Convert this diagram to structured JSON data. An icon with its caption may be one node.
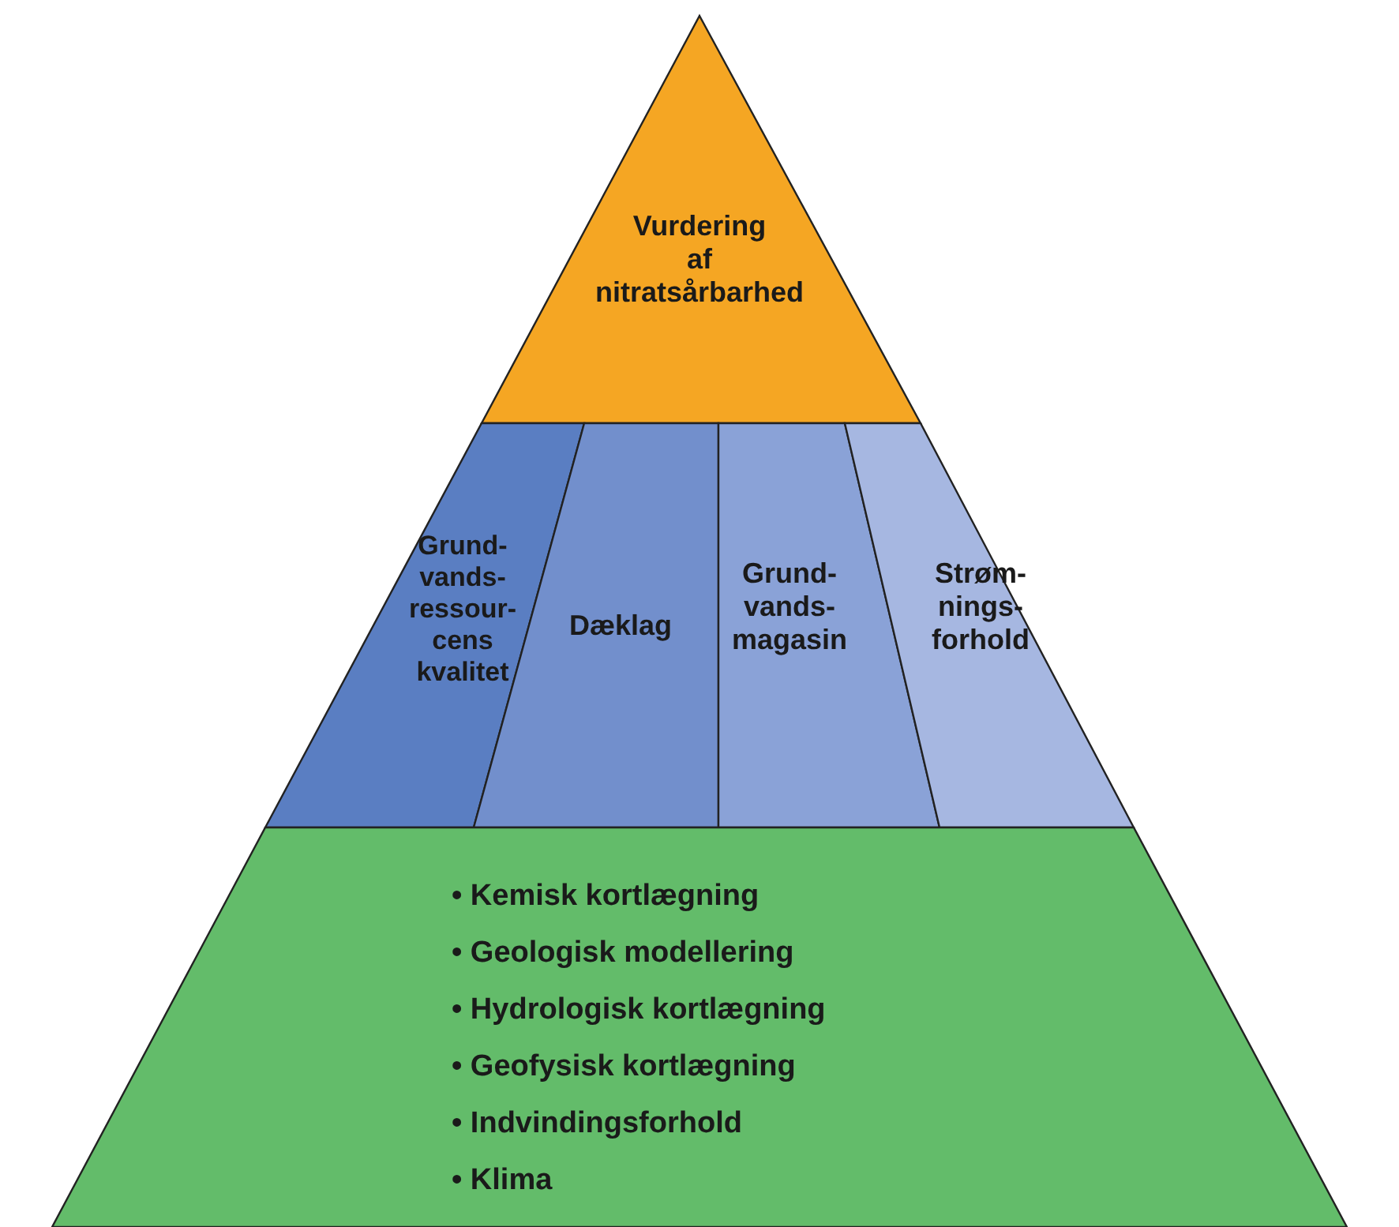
{
  "diagram": {
    "nodes": [
      {
        "text": [
          "Vurdering af nitratsårbarhed"
        ]
      },
      {
        "text": [
          "Grund- vands- ressour- cens kvalitet"
        ]
      },
      {
        "text": [
          "Dæklag"
        ]
      },
      {
        "text": [
          "Grund- vands- magasin"
        ]
      },
      {
        "text": [
          "Strøm- nings- forhold"
        ]
      },
      {
        "text": [
          "• Kemisk kortlægning",
          "• Geologisk modellering",
          "• Hydrologisk kortlægning",
          "• Geofysisk kortlægning",
          "• Indvindingsforhold",
          "• Klima"
        ]
      }
    ]
  }
}
